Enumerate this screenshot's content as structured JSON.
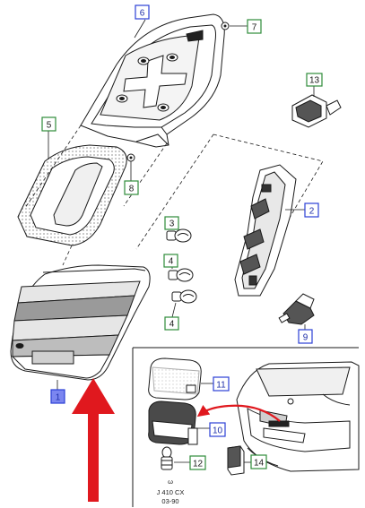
{
  "callouts": {
    "c1": "1",
    "c2": "2",
    "c3": "3",
    "c4a": "4",
    "c4b": "4",
    "c5": "5",
    "c6": "6",
    "c7": "7",
    "c8": "8",
    "c9": "9",
    "c10": "10",
    "c11": "11",
    "c12": "12",
    "c13": "13",
    "c14": "14"
  },
  "drawing_code": {
    "line1": "J 410 CX",
    "line2": "03-90"
  },
  "colors": {
    "callout_green": "#2e8b3a",
    "callout_blue": "#2b3fd6",
    "callout_fill_blue": "#7b86f0",
    "callout_text_blue": "#1f2fa8",
    "arrow_red": "#e0181e",
    "line": "#1a1a1a"
  },
  "icons": {
    "pointer": "red-up-arrow",
    "relation": "red-curved-arrow"
  }
}
